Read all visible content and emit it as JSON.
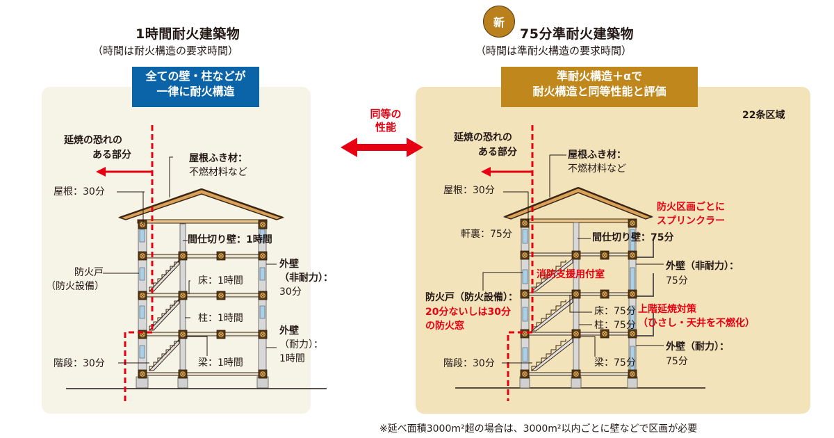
{
  "left": {
    "title": "1時間耐火建築物",
    "subtitle": "（時間は耐火構造の要求時間）",
    "banner_line1": "全ての壁・柱などが",
    "banner_line2": "一律に耐火構造",
    "labels": {
      "spread_risk_1": "延焼の恐れの",
      "spread_risk_2": "ある部分",
      "roofing_1": "屋根ふき材：",
      "roofing_2": "不燃材料など",
      "roof": "屋根：30分",
      "partition": "間仕切り壁：1時間",
      "fire_door_1": "防火戸",
      "fire_door_2": "（防火設備）",
      "floor": "床：1時間",
      "column": "柱：1時間",
      "beam": "梁：1時間",
      "stairs": "階段：30分",
      "ext_wall_nb_1": "外壁",
      "ext_wall_nb_2": "（非耐力）：",
      "ext_wall_nb_3": "30分",
      "ext_wall_b_1": "外壁",
      "ext_wall_b_2": "（耐力）：",
      "ext_wall_b_3": "1時間"
    }
  },
  "center": {
    "equal_1": "同等の",
    "equal_2": "性能"
  },
  "right": {
    "new_badge": "新",
    "title": "75分準耐火建築物",
    "subtitle": "（時間は準耐火構造の要求時間）",
    "banner_line1": "準耐火構造＋αで",
    "banner_line2": "耐火構造と同等性能と評価",
    "zone": "22条区域",
    "labels": {
      "spread_risk_1": "延焼の恐れの",
      "spread_risk_2": "ある部分",
      "roofing_1": "屋根ふき材：",
      "roofing_2": "不燃材料など",
      "roof": "屋根：30分",
      "eaves": "軒裏：75分",
      "partition": "間仕切り壁：75分",
      "sprinkler_1": "防火区画ごとに",
      "sprinkler_2": "スプリンクラー",
      "ext_wall_nb_1": "外壁（非耐力）：",
      "ext_wall_nb_2": "75分",
      "fire_support_room": "消防支援用付室",
      "fire_door_1": "防火戸（防火設備）：",
      "fire_window_1": "20分ないしは30分",
      "fire_window_2": "の防火窓",
      "floor": "床：75分",
      "column": "柱：75分",
      "upper_floor_1": "上階延焼対策",
      "upper_floor_2": "（ひさし・天井を不燃化）",
      "ext_wall_b_1": "外壁（耐力）：",
      "ext_wall_b_2": "75分",
      "beam": "梁：75分",
      "stairs": "階段：30分"
    }
  },
  "footnote": "※延べ面積3000m²超の場合は、3000m²以内ごとに壁などで区画が必要",
  "colors": {
    "blue_banner": "#0b64a8",
    "gold_banner": "#c0871c",
    "left_panel": "#f6f3e7",
    "right_panel": "#f2e3bb",
    "red": "#e60012"
  }
}
